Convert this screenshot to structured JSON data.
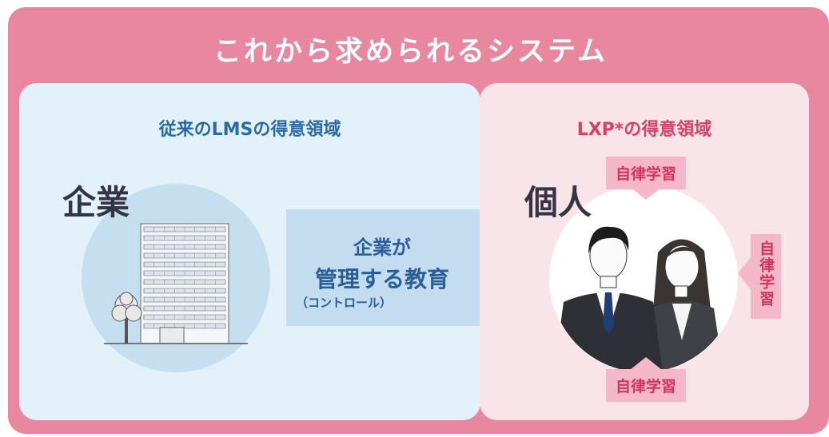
{
  "title": "これから求められるシステム",
  "lms": {
    "header": "従来のLMSの得意領域",
    "entity": "企業",
    "arrow_line1": "企業が",
    "arrow_line2": "管理する教育",
    "arrow_sub": "（コントロール）"
  },
  "lxp": {
    "header": "LXP*の得意領域",
    "entity": "個人",
    "tags": [
      "自律学習",
      "自律学習",
      "自律学習"
    ]
  },
  "colors": {
    "frame": "#e8879f",
    "lms_panel": "#e3f1fb",
    "lxp_panel": "#f9e4e7",
    "lms_accent": "#2869a6",
    "lxp_accent": "#d93e67",
    "tag_bg": "#f5b8c9"
  },
  "icons": [
    "office-building-icon",
    "tree-icon",
    "businessman-icon",
    "businesswoman-icon",
    "right-arrow-icon"
  ]
}
